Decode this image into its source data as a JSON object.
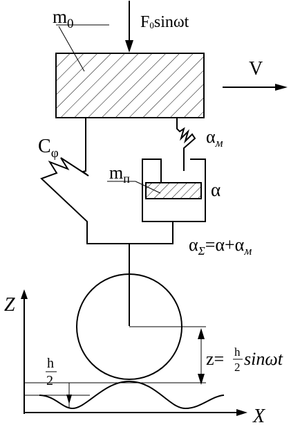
{
  "labels": {
    "mass_main": "m",
    "mass_main_sub": "0",
    "force": "F",
    "force_sub": "0",
    "force_func": "sinωt",
    "velocity": "V",
    "stiffness": "C",
    "stiffness_sub": "φ",
    "mass_damper": "m",
    "mass_damper_sub": "п",
    "alpha_m": "α",
    "alpha_m_sub": "м",
    "alpha": "α",
    "alpha_sum_lhs": "α",
    "alpha_sum_sub": "Σ",
    "alpha_sum_eq": "=α+α",
    "alpha_sum_sub2": "м",
    "axis_z": "Z",
    "axis_x": "X",
    "h_num": "h",
    "h_den": "2",
    "z_eq_lhs": "z=",
    "z_eq_num": "h",
    "z_eq_den": "2",
    "z_eq_rhs": "sinωt"
  }
}
